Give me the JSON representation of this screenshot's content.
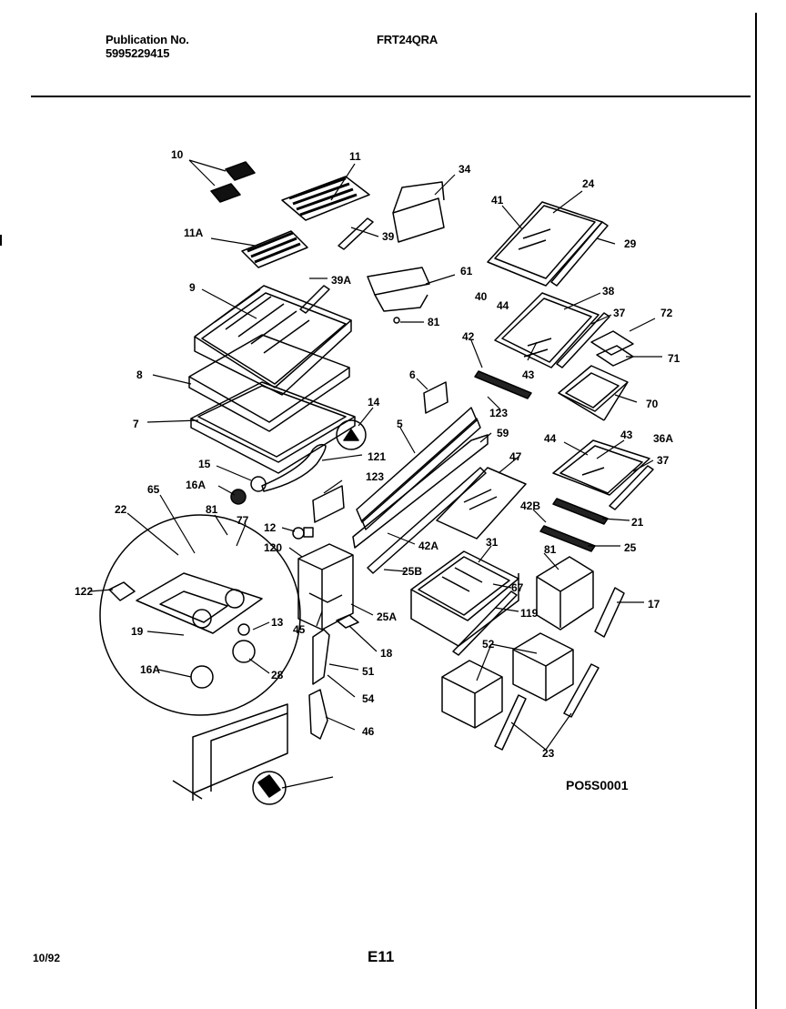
{
  "header": {
    "publication_label": "Publication No.",
    "publication_number": "5995229415",
    "model": "FRT24QRA"
  },
  "diagram": {
    "code": "PO5S0001",
    "callouts": [
      "10",
      "11",
      "11A",
      "39",
      "39A",
      "34",
      "24",
      "41",
      "29",
      "40",
      "9",
      "61",
      "81",
      "44",
      "38",
      "37",
      "72",
      "71",
      "8",
      "7",
      "14",
      "6",
      "42",
      "43",
      "70",
      "123",
      "5",
      "59",
      "15",
      "16A",
      "121",
      "47",
      "44",
      "43",
      "36A",
      "37",
      "22",
      "65",
      "81",
      "77",
      "12",
      "123",
      "42B",
      "21",
      "122",
      "120",
      "42A",
      "25",
      "31",
      "81",
      "25B",
      "67",
      "17",
      "19",
      "13",
      "45",
      "25A",
      "119",
      "18",
      "16A",
      "28",
      "52",
      "51",
      "54",
      "46",
      "23"
    ]
  },
  "footer": {
    "date": "10/92",
    "page": "E11"
  }
}
